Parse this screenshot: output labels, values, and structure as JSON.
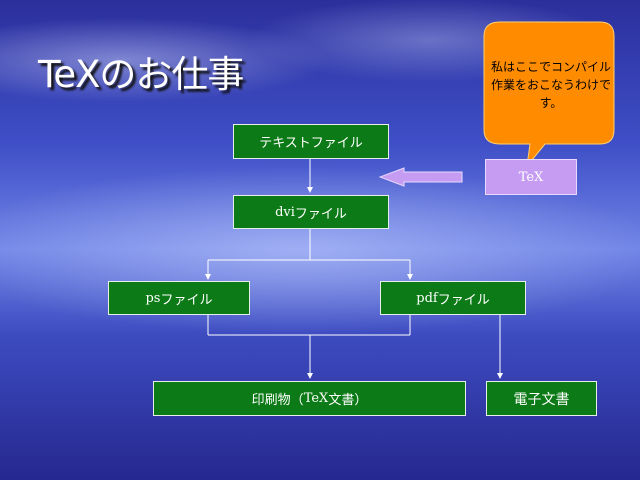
{
  "slide": {
    "title": "TeXのお仕事",
    "callout_text": "私はここでコンパイル作業をおこなうわけです。",
    "tex_label": "TeX",
    "nodes": {
      "text_file": "テキストファイル",
      "dvi_prefix": "dvi",
      "dvi_suffix": "ファイル",
      "ps_prefix": "ps",
      "ps_suffix": "ファイル",
      "pdf_prefix": "pdf",
      "pdf_suffix": "ファイル",
      "print_prefix": "印刷物（",
      "print_tex": "TeX",
      "print_suffix": "文書）",
      "electronic": "電子文書"
    },
    "colors": {
      "node_fill": "#0c7a16",
      "tex_fill": "#c59cf2",
      "callout_fill": "#ff8c00",
      "arrow_fill": "#c59cf2"
    }
  }
}
